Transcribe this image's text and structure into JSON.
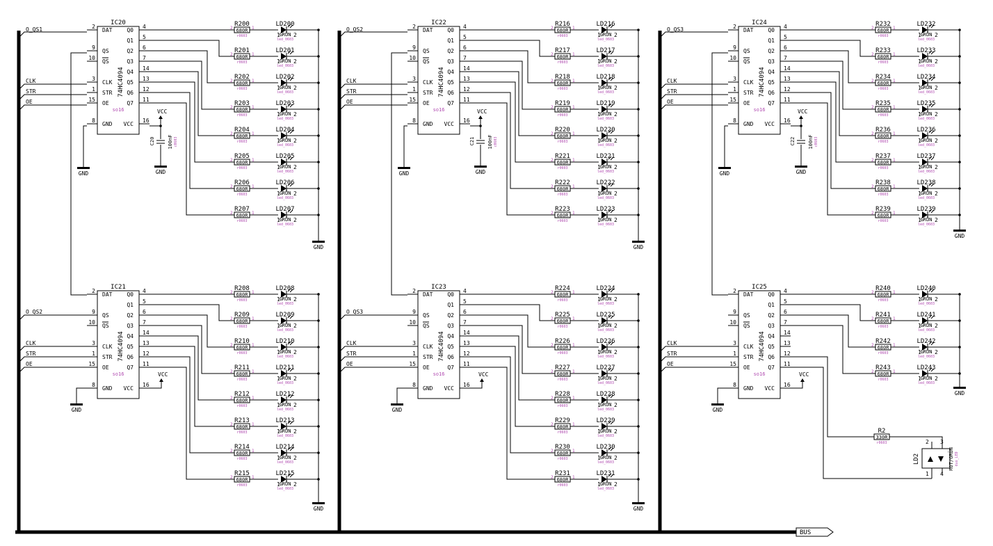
{
  "chips": {
    "type": "74HC4094",
    "package": "so16",
    "pins_left": [
      {
        "num": "2",
        "label": "DAT"
      },
      {
        "num": "9",
        "label": "QS"
      },
      {
        "num": "10",
        "label": "QS"
      },
      {
        "num": "3",
        "label": "CLK"
      },
      {
        "num": "1",
        "label": "STR"
      },
      {
        "num": "15",
        "label": "OE"
      },
      {
        "num": "8",
        "label": "GND"
      }
    ],
    "pins_right": [
      {
        "num": "4",
        "label": "Q0"
      },
      {
        "num": "5",
        "label": "Q1"
      },
      {
        "num": "6",
        "label": "Q2"
      },
      {
        "num": "7",
        "label": "Q3"
      },
      {
        "num": "14",
        "label": "Q4"
      },
      {
        "num": "13",
        "label": "Q5"
      },
      {
        "num": "12",
        "label": "Q6"
      },
      {
        "num": "11",
        "label": "Q7"
      },
      {
        "num": "16",
        "label": "VCC"
      }
    ],
    "items": [
      {
        "name": "IC20",
        "qs_net": "",
        "dat_net": "O_QS1"
      },
      {
        "name": "IC21",
        "qs_net": "O_QS2",
        "dat_net": ""
      },
      {
        "name": "IC22",
        "qs_net": "",
        "dat_net": "O_QS2"
      },
      {
        "name": "IC23",
        "qs_net": "O_QS3",
        "dat_net": ""
      },
      {
        "name": "IC24",
        "qs_net": "",
        "dat_net": "O_QS3"
      },
      {
        "name": "IC25",
        "qs_net": "",
        "dat_net": ""
      }
    ]
  },
  "nets": {
    "clk": "CLK",
    "str": "STR",
    "oe": "OE",
    "vcc": "VCC",
    "gnd": "GND",
    "bus": "BUS"
  },
  "resistor": {
    "value": "680R",
    "package": "r0603",
    "pin1": "1",
    "pin2": "2"
  },
  "led": {
    "color": "GRÜN",
    "package": "led_0603",
    "pin1": "1",
    "pin2": "2"
  },
  "groups": [
    {
      "resistors": [
        "R200",
        "R201",
        "R202",
        "R203",
        "R204",
        "R205",
        "R206",
        "R207"
      ],
      "leds": [
        "LD200",
        "LD201",
        "LD202",
        "LD203",
        "LD204",
        "LD205",
        "LD206",
        "LD207"
      ]
    },
    {
      "resistors": [
        "R208",
        "R209",
        "R210",
        "R211",
        "R212",
        "R213",
        "R214",
        "R215"
      ],
      "leds": [
        "LD208",
        "LD209",
        "LD210",
        "LD211",
        "LD212",
        "LD213",
        "LD214",
        "LD215"
      ]
    },
    {
      "resistors": [
        "R216",
        "R217",
        "R218",
        "R219",
        "R220",
        "R221",
        "R222",
        "R223"
      ],
      "leds": [
        "LD216",
        "LD217",
        "LD218",
        "LD219",
        "LD220",
        "LD221",
        "LD222",
        "LD223"
      ]
    },
    {
      "resistors": [
        "R224",
        "R225",
        "R226",
        "R227",
        "R228",
        "R229",
        "R230",
        "R231"
      ],
      "leds": [
        "LD224",
        "LD225",
        "LD226",
        "LD227",
        "LD228",
        "LD229",
        "LD230",
        "LD231"
      ]
    },
    {
      "resistors": [
        "R232",
        "R233",
        "R234",
        "R235",
        "R236",
        "R237",
        "R238",
        "R239"
      ],
      "leds": [
        "LD232",
        "LD233",
        "LD234",
        "LD235",
        "LD236",
        "LD237",
        "LD238",
        "LD239"
      ]
    },
    {
      "resistors": [
        "R240",
        "R241",
        "R242",
        "R243"
      ],
      "leds": [
        "LD240",
        "LD241",
        "LD242",
        "LD243"
      ]
    }
  ],
  "capacitors": [
    {
      "name": "C20",
      "value": "100nF",
      "package": "c0603"
    },
    {
      "name": "C21",
      "value": "100nF",
      "package": "c0603"
    },
    {
      "name": "C22",
      "value": "100nF",
      "package": "c0603"
    }
  ],
  "extra": {
    "resistor_name": "R2",
    "resistor_value": "330R",
    "resistor_package": "r0603",
    "led_name": "LD2",
    "led_color": "ROT/GRÜN",
    "led_package": "duo_LED",
    "led_pins": [
      "1",
      "2",
      "3",
      "4"
    ]
  }
}
